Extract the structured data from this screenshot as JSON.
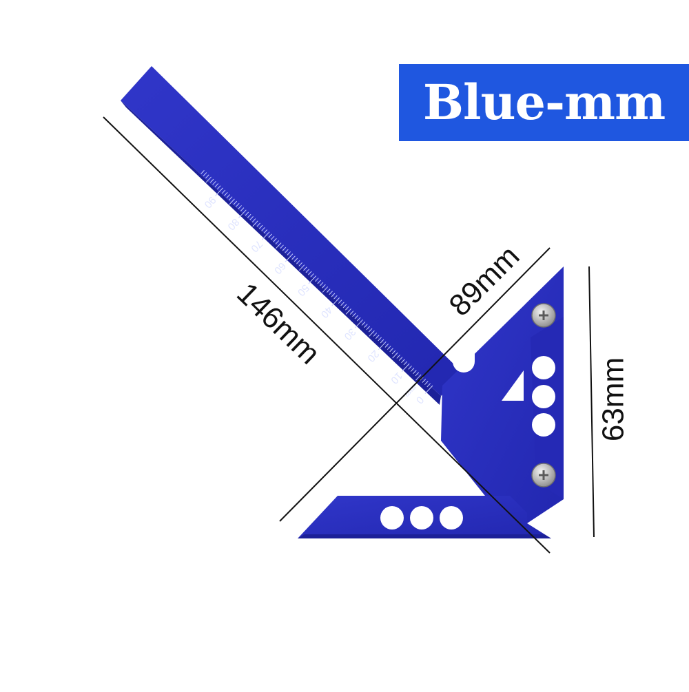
{
  "product": {
    "variant_label": "Blue-mm",
    "body_color": "#2a2fc0",
    "body_shade_color": "#1f23a3",
    "banner_color": "#1f57e0"
  },
  "ruler": {
    "unit": "mm",
    "labels": [
      "0",
      "10",
      "20",
      "30",
      "40",
      "50",
      "60",
      "70",
      "80",
      "90"
    ]
  },
  "dimensions": {
    "length": "146mm",
    "width": "89mm",
    "height": "63mm"
  },
  "icons": [
    "screw-icon",
    "hole-icon"
  ]
}
